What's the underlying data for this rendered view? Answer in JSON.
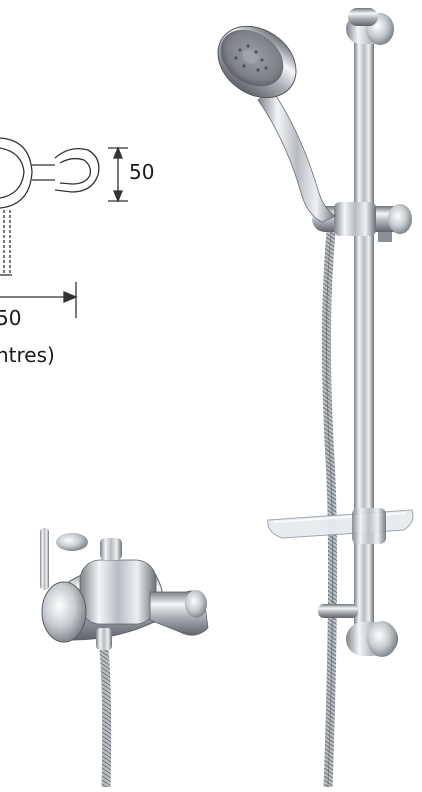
{
  "dimensions": {
    "projection_label": "50",
    "width_label": "50",
    "units_label": "ntres)"
  },
  "product": {
    "items": [
      "shower-handset",
      "riser-rail",
      "soap-dish",
      "shower-hose",
      "thermostatic-valve"
    ],
    "finish_color": "#c9ced4"
  }
}
